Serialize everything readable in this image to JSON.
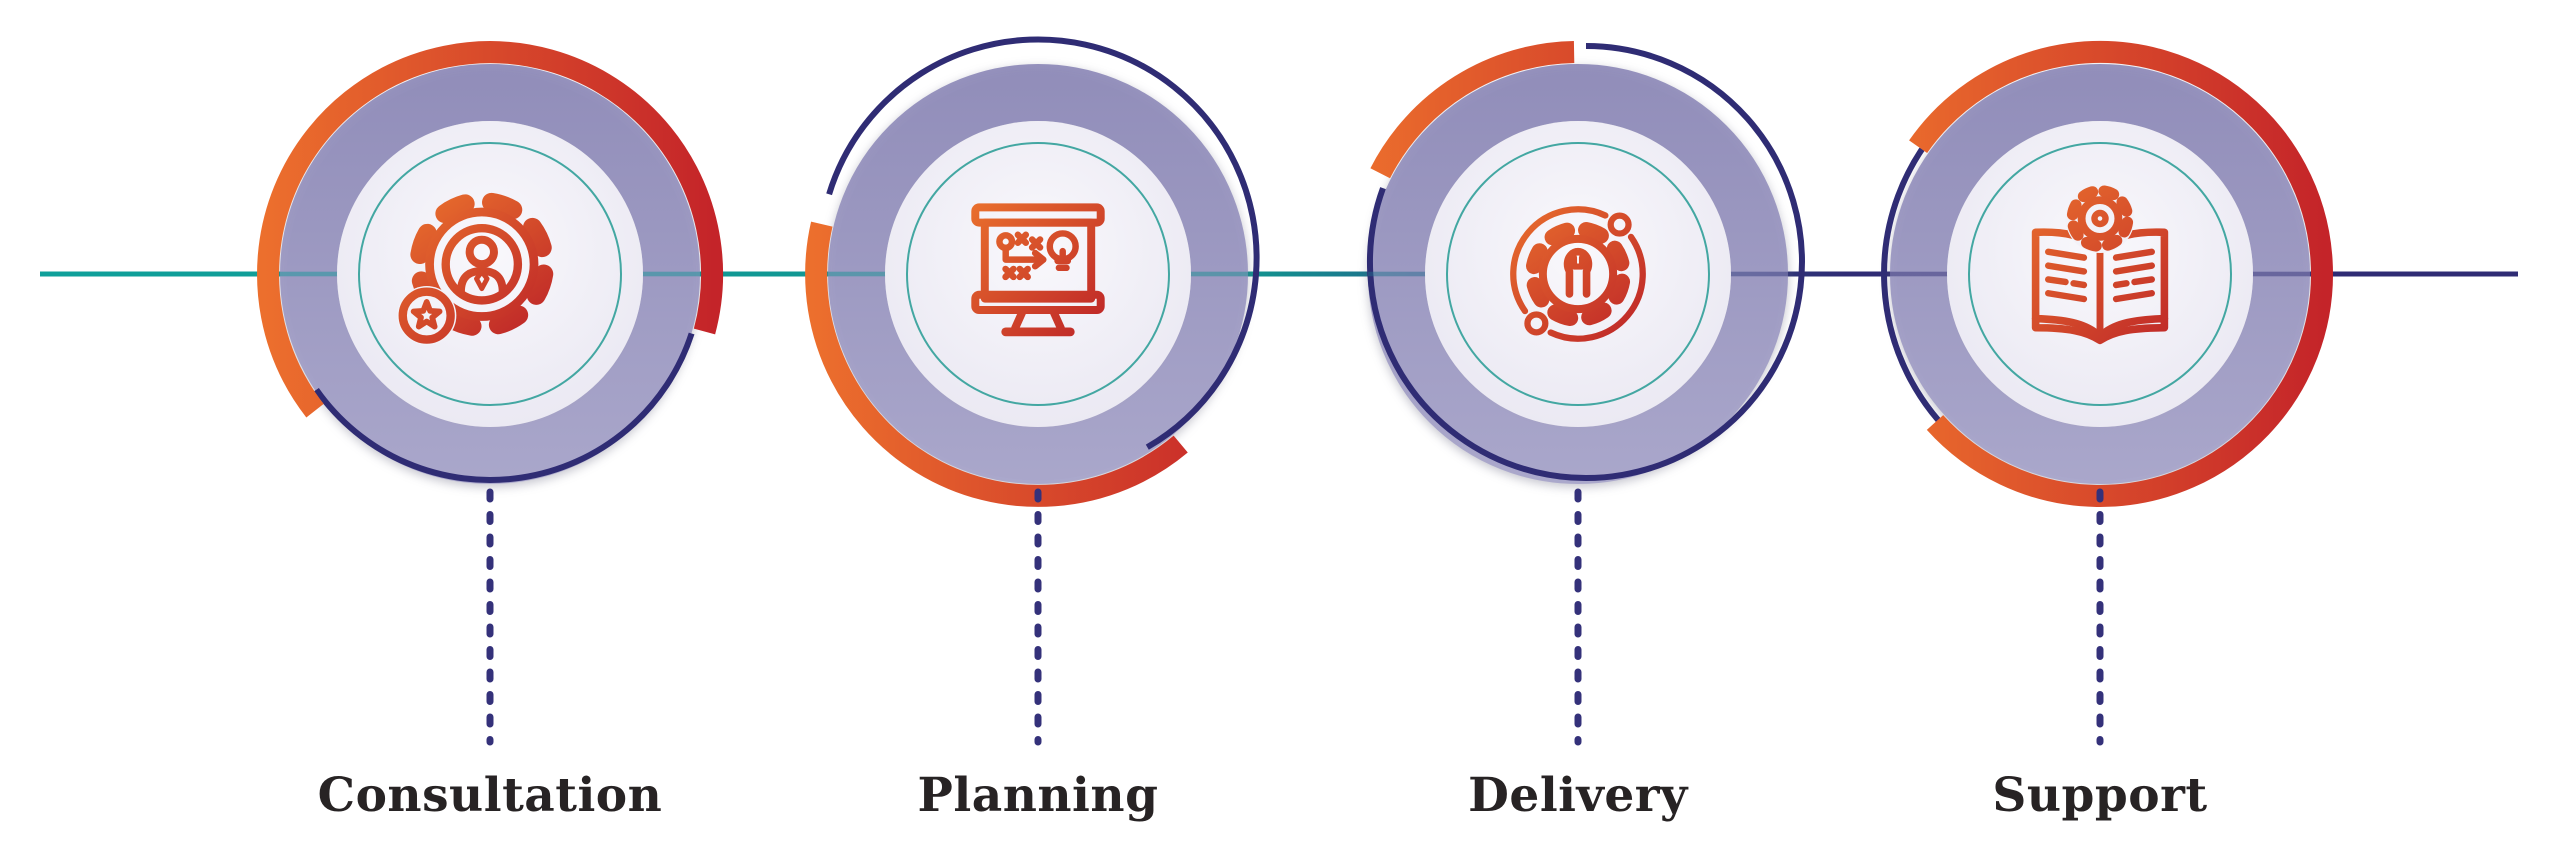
{
  "diagram": {
    "kind": "process-timeline-infographic",
    "steps": [
      {
        "label": "Consultation",
        "icon": "person-in-gear-with-star-icon"
      },
      {
        "label": "Planning",
        "icon": "strategy-monitor-icon"
      },
      {
        "label": "Delivery",
        "icon": "gear-wrench-orbit-icon"
      },
      {
        "label": "Support",
        "icon": "open-book-gear-icon"
      }
    ],
    "colors": {
      "arc_orange": "#EC6F2D",
      "arc_red": "#C42429",
      "ring_lavender_dark": "#8D89B8",
      "ring_lavender_light": "#A8A5CB",
      "inner_disc": "#F3F2F8",
      "navy": "#2F2C74",
      "dash_navy": "#34317A",
      "teal_line": "#0FA09A",
      "teal_ring": "#43A7A2",
      "label_text": "#272324"
    }
  }
}
